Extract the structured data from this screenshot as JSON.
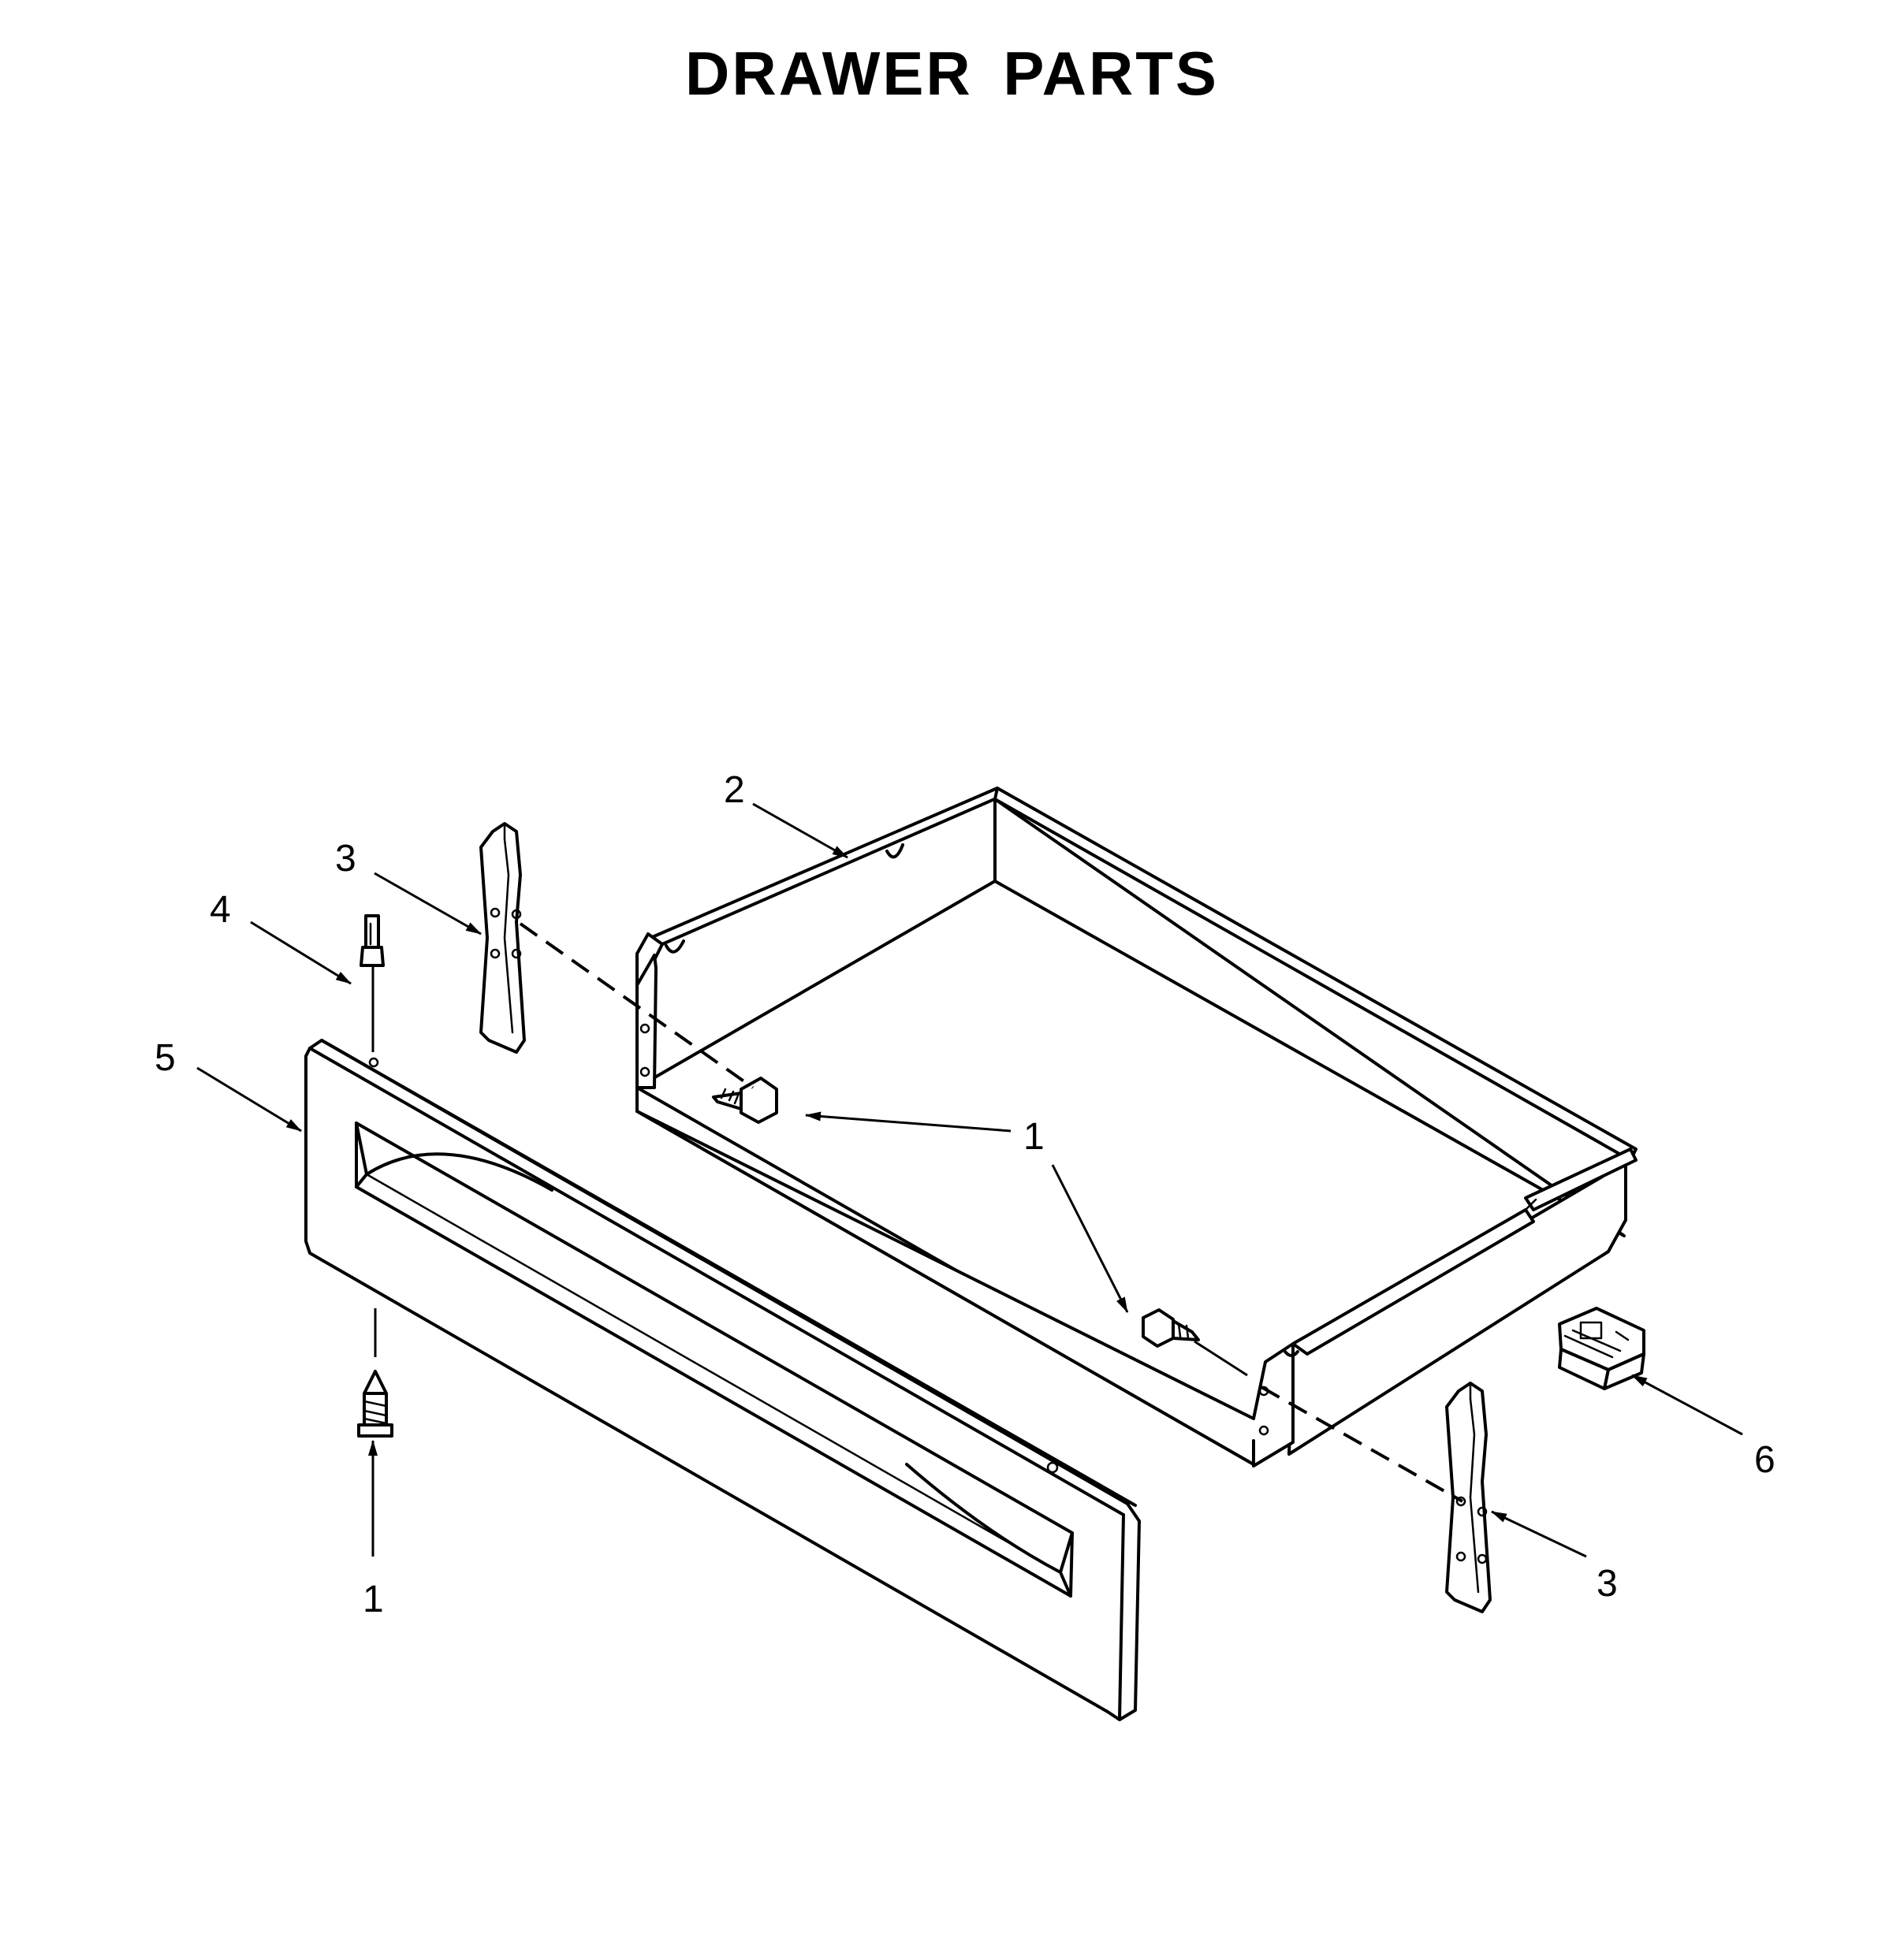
{
  "title": "DRAWER PARTS",
  "callouts": {
    "c1a": "1",
    "c1b": "1",
    "c1c": "1",
    "c2": "2",
    "c3a": "3",
    "c3b": "3",
    "c4": "4",
    "c5": "5",
    "c6": "6"
  }
}
